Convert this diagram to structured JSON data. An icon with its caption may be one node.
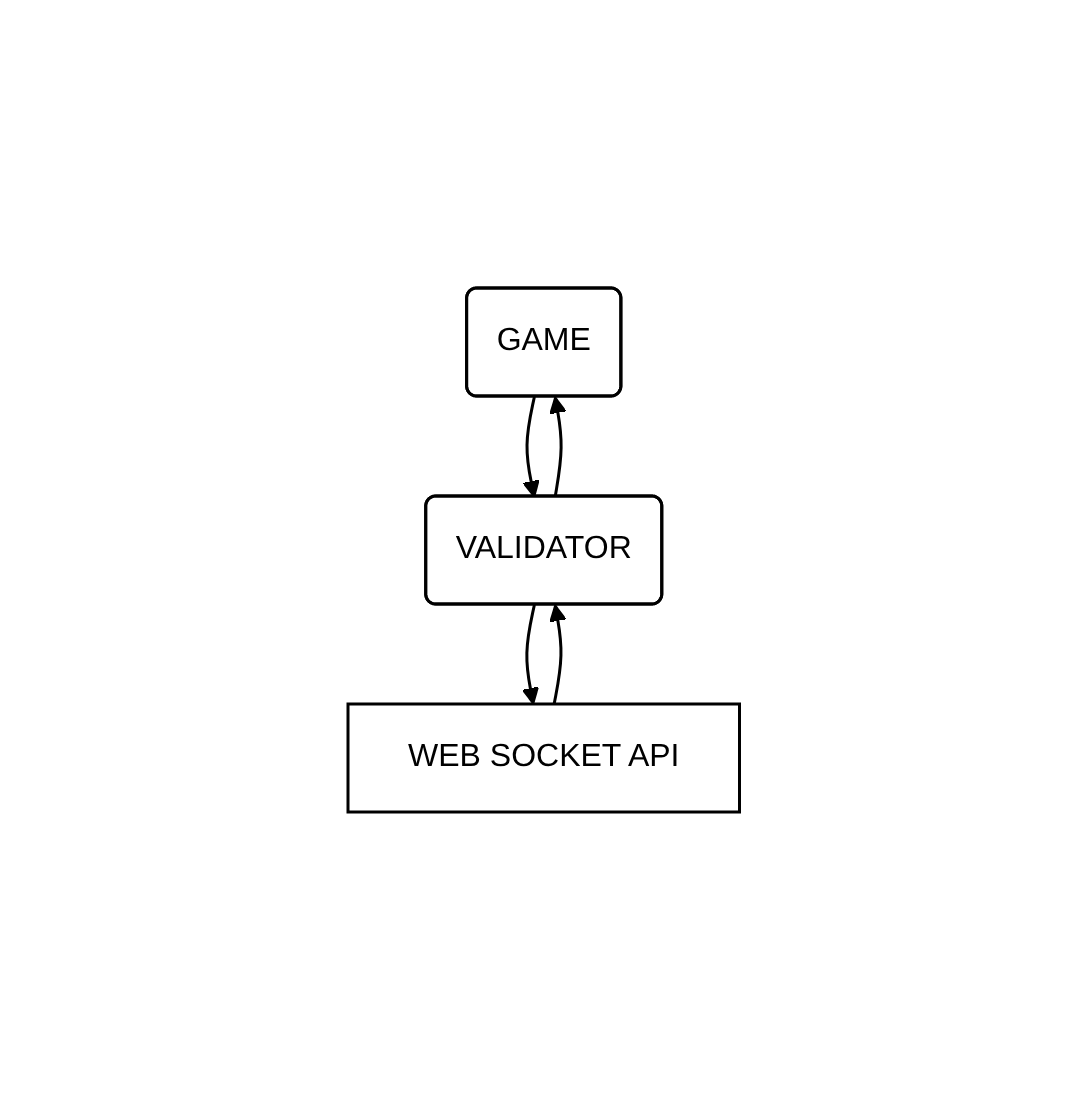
{
  "diagram": {
    "nodes": [
      {
        "text": [
          "GAME"
        ]
      },
      {
        "text": [
          "VALIDATOR"
        ]
      },
      {
        "text": [
          "WEB SOCKET API"
        ]
      }
    ],
    "edges": [
      {
        "from": 0,
        "to": 1,
        "arrow": "to"
      },
      {
        "from": 1,
        "to": 0,
        "arrow": "to"
      },
      {
        "from": 1,
        "to": 2,
        "arrow": "to"
      },
      {
        "from": 2,
        "to": 1,
        "arrow": "to"
      }
    ]
  }
}
